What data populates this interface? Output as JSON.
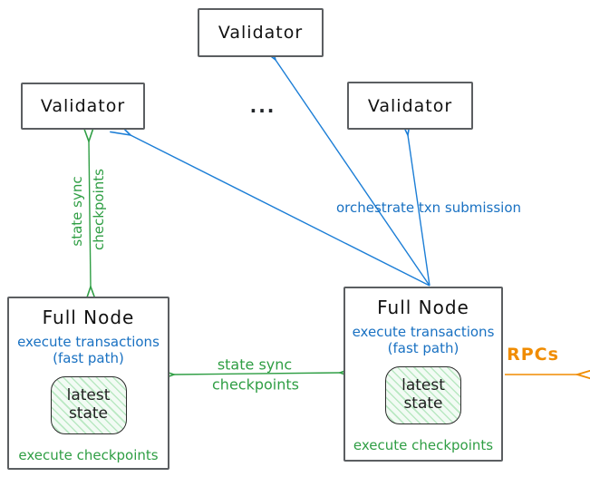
{
  "validators": {
    "top": "Validator",
    "left": "Validator",
    "right": "Validator",
    "ellipsis": "..."
  },
  "full_nodes": {
    "left": {
      "title": "Full Node",
      "exec_transactions": "execute transactions",
      "fast_path": "(fast path)",
      "state_top": "latest",
      "state_bottom": "state",
      "exec_checkpoints": "execute checkpoints"
    },
    "right": {
      "title": "Full Node",
      "exec_transactions": "execute transactions",
      "fast_path": "(fast path)",
      "state_top": "latest",
      "state_bottom": "state",
      "exec_checkpoints": "execute checkpoints"
    }
  },
  "labels": {
    "sync_vertical_line1": "state sync",
    "sync_vertical_line2": "checkpoints",
    "sync_mid_line1": "state sync",
    "sync_mid_line2": "checkpoints",
    "orchestrate": "orchestrate txn submission",
    "rpcs": "RPCs"
  },
  "colors": {
    "green": "#2f9e44",
    "blue": "#1c7ed6",
    "blue_text": "#1971c2",
    "orange": "#f08c00",
    "border": "#5b5e61",
    "ink": "#1e1e1e"
  }
}
